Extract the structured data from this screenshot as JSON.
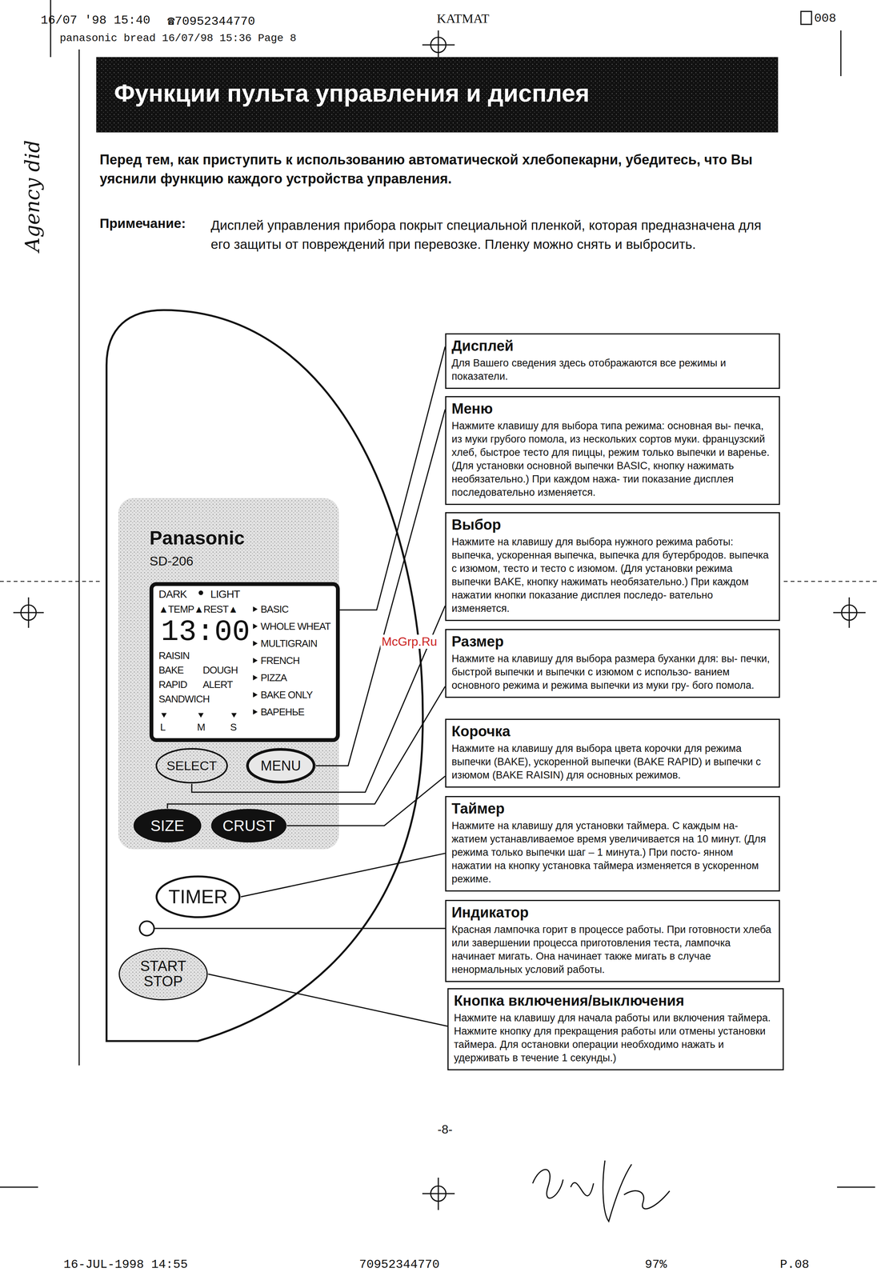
{
  "diagram": {
    "title": "Функции пульта управления и дисплея",
    "nodes": [
      {
        "text": [
          "DARK",
          "LIGHT",
          "▲TEMP▲REST▲",
          "13:00",
          "BASIC",
          "WHOLE WHEAT",
          "MULTIGRAIN",
          "FRENCH",
          "PIZZA",
          "BAKE ONLY",
          "ВАРЕНЬЕ",
          "RAISIN",
          "BAKE",
          "DOUGH",
          "RAPID",
          "ALERT",
          "SANDWICH",
          "L",
          "M",
          "S"
        ]
      },
      {
        "text": [
          "SELECT"
        ]
      },
      {
        "text": [
          "MENU"
        ]
      },
      {
        "text": [
          "SIZE"
        ]
      },
      {
        "text": [
          "CRUST"
        ]
      },
      {
        "text": [
          "TIMER"
        ]
      },
      {
        "text": [
          "START STOP"
        ]
      },
      {
        "text": [
          "Дисплей",
          "Для Вашего сведения здесь отображаются все режимы и показатели."
        ]
      },
      {
        "text": [
          "Меню",
          "Нажмите клавишу для выбора типа режима: основная вы- печка, из муки грубого помола, из нескольких сортов муки. французский хлеб, быстрое тесто для пиццы, режим только выпечки и варенье. (Для установки основной выпечки BASIC, кнопку нажимать необязательно.) При каждом нажа- тии показание дисплея последовательно изменяется."
        ]
      },
      {
        "text": [
          "Выбор",
          "Нажмите на клавишу для выбора нужного режима работы: выпечка, ускоренная выпечка, выпечка для бутербродов. выпечка с изюмом, тесто и тесто с изюмом. (Для установки режима выпечки BAKE, кнопку нажимать необязательно.) При каждом нажатии кнопки показание дисплея последо- вательно изменяется."
        ]
      },
      {
        "text": [
          "Размер",
          "Нажмите на клавишу для выбора размера буханки для: вы- печки, быстрой выпечки и выпечки с изюмом с использо- ванием основного режима и режима выпечки из муки гру- бого помола."
        ]
      },
      {
        "text": [
          "Корочка",
          "Нажмите на клавишу для выбора цвета корочки для режима выпечки (BAKE), ускоренной выпечки (BAKE RAPID) и выпечки с изюмом (BAKE RAISIN) для основных режимов."
        ]
      },
      {
        "text": [
          "Таймер",
          "Нажмите на клавишу для установки таймера. С каждым на- жатием устанавливаемое время увеличивается на 10 минут. (Для режима только выпечки шаг – 1 минута.) При посто- янном нажатии на кнопку установка таймера изменяется в ускоренном режиме."
        ]
      },
      {
        "text": [
          "Индикатор",
          "Красная лампочка горит в процессе работы. При готовности хлеба или завершении процесса приготовления теста, лампочка начинает мигать. Она начинает также мигать в случае ненормальных условий работы."
        ]
      },
      {
        "text": [
          "Кнопка включения/выключения",
          "Нажмите на клавишу для начала работы или включения таймера. Нажмите кнопку для прекращения работы или отмены установки таймера. Для остановки операции необходимо нажать и удерживать в течение 1 секунды.)"
        ]
      }
    ],
    "edges": [
      {
        "from": 0,
        "to": 7,
        "arrow": "none"
      },
      {
        "from": 2,
        "to": 8,
        "arrow": "none"
      },
      {
        "from": 1,
        "to": 9,
        "arrow": "none"
      },
      {
        "from": 3,
        "to": 10,
        "arrow": "none"
      },
      {
        "from": 4,
        "to": 11,
        "arrow": "none"
      },
      {
        "from": 5,
        "to": 12,
        "arrow": "none"
      },
      {
        "from": 6,
        "to": 14,
        "arrow": "none"
      }
    ],
    "labels": [
      "16/07 '98 15:40",
      "☎70952344770",
      "KATMAT",
      "008",
      "panasonic bread 16/07/98 15:36 Page 8",
      "Agency did",
      "Перед тем, как приступить к использованию автоматической хлебопекарни, убедитесь, что Вы уяснили функцию каждого устройства управления.",
      "Примечание:",
      "Дисплей управления прибора покрыт специальной пленкой, которая предназначена для его защиты от повреждений при перевозке. Пленку можно снять и выбросить.",
      "Panasonic",
      "SD-206",
      "McGrp.Ru",
      "-8-",
      "16-JUL-1998 14:55",
      "70952344770",
      "97%",
      "P.08"
    ]
  }
}
